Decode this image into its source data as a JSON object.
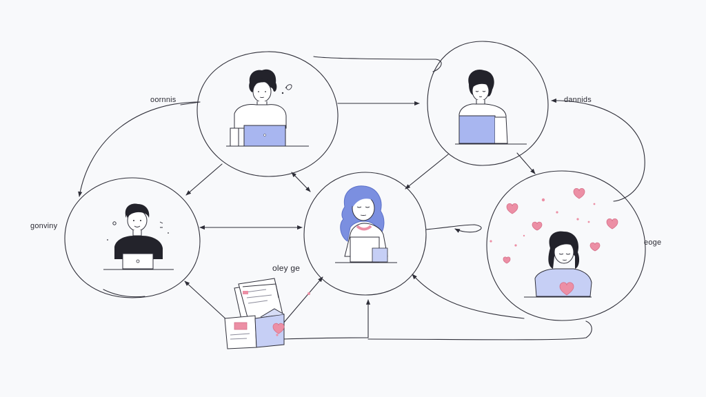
{
  "labels": {
    "top_left": "oornnis",
    "top_right": "dannids",
    "left": "gonviny",
    "right": "eoge",
    "paper_pile": "oley ge"
  },
  "colors": {
    "background": "#f8f9fb",
    "line": "#2e2e38",
    "laptop": "#a8b6f0",
    "accent_blue": "#7b8fe0",
    "heart_pink": "#ec8fa5",
    "hair_dark": "#23232b"
  },
  "nodes": [
    {
      "id": "top-center-person",
      "icon": "person-with-laptop-icon"
    },
    {
      "id": "top-right-person",
      "icon": "person-with-laptop-icon"
    },
    {
      "id": "left-person",
      "icon": "person-with-laptop-icon"
    },
    {
      "id": "center-person",
      "icon": "blue-haired-person-icon"
    },
    {
      "id": "right-person",
      "icon": "person-with-hearts-icon"
    },
    {
      "id": "paper-box",
      "icon": "paper-box-icon"
    }
  ]
}
